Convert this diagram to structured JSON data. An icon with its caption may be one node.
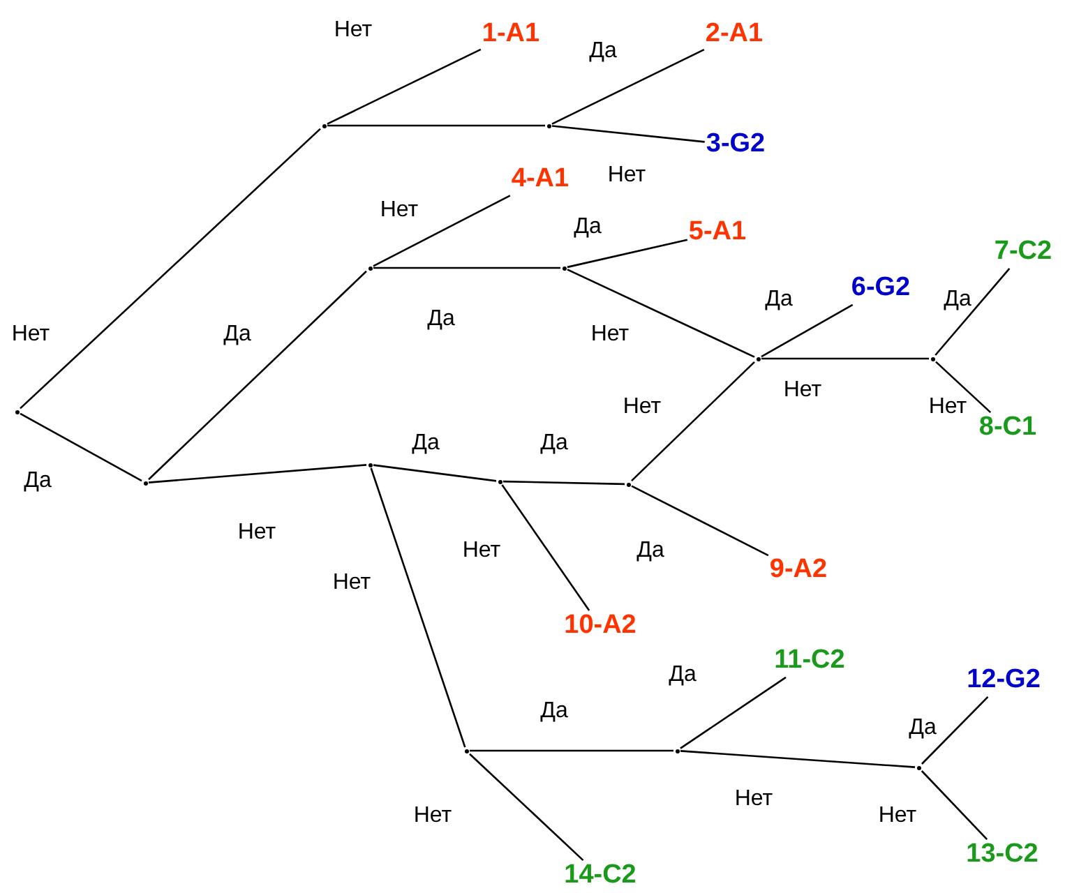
{
  "diagram": {
    "nodes": [
      {
        "text": [],
        "shape": "point"
      },
      {
        "text": [],
        "shape": "point"
      },
      {
        "text": [
          "1-A1"
        ]
      },
      {
        "text": [],
        "shape": "point"
      },
      {
        "text": [
          "2-A1"
        ]
      },
      {
        "text": [
          "3-G2"
        ]
      },
      {
        "text": [],
        "shape": "point"
      },
      {
        "text": [],
        "shape": "point"
      },
      {
        "text": [
          "4-A1"
        ]
      },
      {
        "text": [],
        "shape": "point"
      },
      {
        "text": [
          "5-A1"
        ]
      },
      {
        "text": [],
        "shape": "point"
      },
      {
        "text": [
          "6-G2"
        ]
      },
      {
        "text": [],
        "shape": "point"
      },
      {
        "text": [
          "7-C2"
        ]
      },
      {
        "text": [
          "8-C1"
        ]
      },
      {
        "text": [],
        "shape": "point"
      },
      {
        "text": [],
        "shape": "point"
      },
      {
        "text": [],
        "shape": "point"
      },
      {
        "text": [
          "9-A2"
        ]
      },
      {
        "text": [
          "10-A2"
        ]
      },
      {
        "text": [],
        "shape": "point"
      },
      {
        "text": [],
        "shape": "point"
      },
      {
        "text": [
          "11-C2"
        ]
      },
      {
        "text": [],
        "shape": "point"
      },
      {
        "text": [
          "12-G2"
        ]
      },
      {
        "text": [
          "13-C2"
        ]
      },
      {
        "text": [
          "14-C2"
        ]
      }
    ],
    "edges": [
      {
        "from": 0,
        "to": 1,
        "arrow": "none",
        "label": "Нет"
      },
      {
        "from": 0,
        "to": 6,
        "arrow": "none",
        "label": "Да"
      },
      {
        "from": 1,
        "to": 2,
        "arrow": "none",
        "label": "Нет"
      },
      {
        "from": 1,
        "to": 3,
        "arrow": "none"
      },
      {
        "from": 3,
        "to": 4,
        "arrow": "none",
        "label": "Да"
      },
      {
        "from": 3,
        "to": 5,
        "arrow": "none",
        "label": "Нет"
      },
      {
        "from": 6,
        "to": 7,
        "arrow": "none",
        "label": "Да"
      },
      {
        "from": 6,
        "to": 16,
        "arrow": "none",
        "label": "Нет"
      },
      {
        "from": 7,
        "to": 8,
        "arrow": "none",
        "label": "Нет"
      },
      {
        "from": 7,
        "to": 9,
        "arrow": "none",
        "label": "Да"
      },
      {
        "from": 9,
        "to": 10,
        "arrow": "none",
        "label": "Да"
      },
      {
        "from": 9,
        "to": 11,
        "arrow": "none",
        "label": "Нет"
      },
      {
        "from": 11,
        "to": 12,
        "arrow": "none",
        "label": "Да"
      },
      {
        "from": 11,
        "to": 13,
        "arrow": "none",
        "label": "Нет"
      },
      {
        "from": 13,
        "to": 14,
        "arrow": "none",
        "label": "Да"
      },
      {
        "from": 13,
        "to": 15,
        "arrow": "none",
        "label": "Нет"
      },
      {
        "from": 18,
        "to": 11,
        "arrow": "none",
        "label": "Нет"
      },
      {
        "from": 18,
        "to": 19,
        "arrow": "none",
        "label": "Да"
      },
      {
        "from": 16,
        "to": 17,
        "arrow": "none",
        "label": "Да"
      },
      {
        "from": 17,
        "to": 18,
        "arrow": "none",
        "label": "Да"
      },
      {
        "from": 17,
        "to": 20,
        "arrow": "none",
        "label": "Нет"
      },
      {
        "from": 16,
        "to": 21,
        "arrow": "none",
        "label": "Нет"
      },
      {
        "from": 21,
        "to": 22,
        "arrow": "none",
        "label": "Да"
      },
      {
        "from": 21,
        "to": 27,
        "arrow": "none",
        "label": "Нет"
      },
      {
        "from": 22,
        "to": 23,
        "arrow": "none",
        "label": "Да"
      },
      {
        "from": 22,
        "to": 24,
        "arrow": "none",
        "label": "Нет"
      },
      {
        "from": 24,
        "to": 25,
        "arrow": "none",
        "label": "Да"
      },
      {
        "from": 24,
        "to": 26,
        "arrow": "none",
        "label": "Нет"
      }
    ]
  }
}
